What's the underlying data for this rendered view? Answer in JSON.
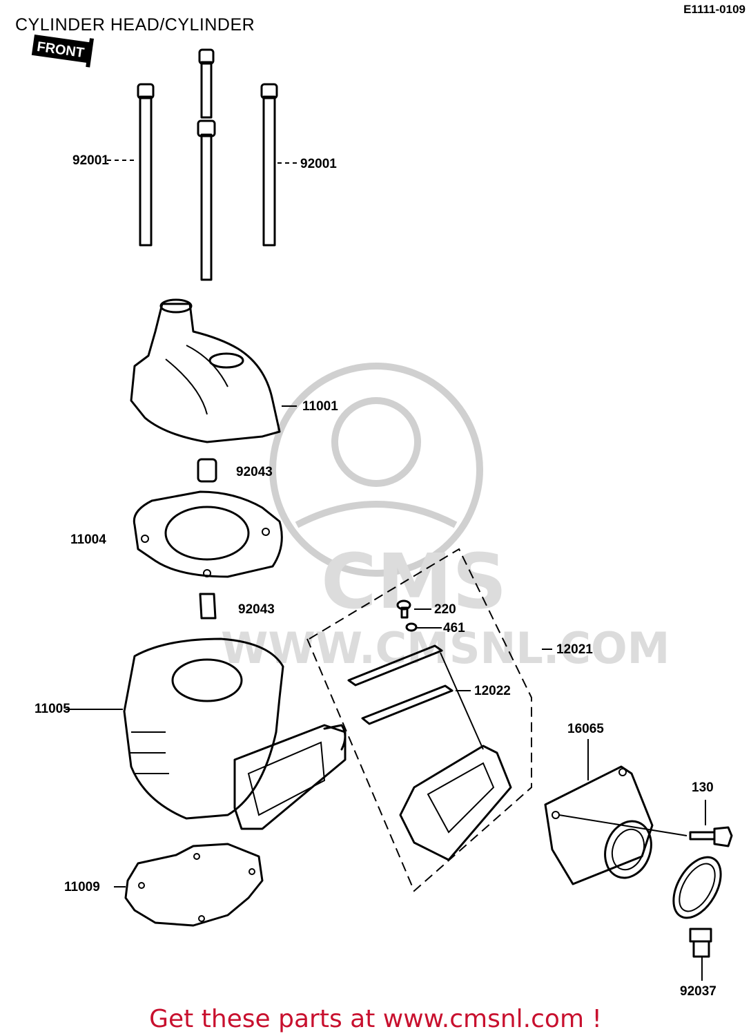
{
  "header": {
    "title": "CYLINDER HEAD/CYLINDER",
    "diagram_code": "E1111-0109"
  },
  "front_marker": "FRONT",
  "watermark": {
    "brand": "CMS",
    "url": "WWW.CMSNL.COM"
  },
  "callouts": {
    "bolt_left": "92001",
    "bolt_right": "92001",
    "cylinder_head": "11001",
    "dowel_upper": "92043",
    "head_gasket": "11004",
    "dowel_lower": "92043",
    "screw": "220",
    "washer": "461",
    "reed_valve_assy": "12021",
    "reed_petal": "12022",
    "cylinder": "11005",
    "intake_pipe": "16065",
    "flange_bolt": "130",
    "base_gasket": "11009",
    "clamp": "92037"
  },
  "footer": {
    "promo_text": "Get these parts at www.cmsnl.com !",
    "color": "#c8102e"
  }
}
